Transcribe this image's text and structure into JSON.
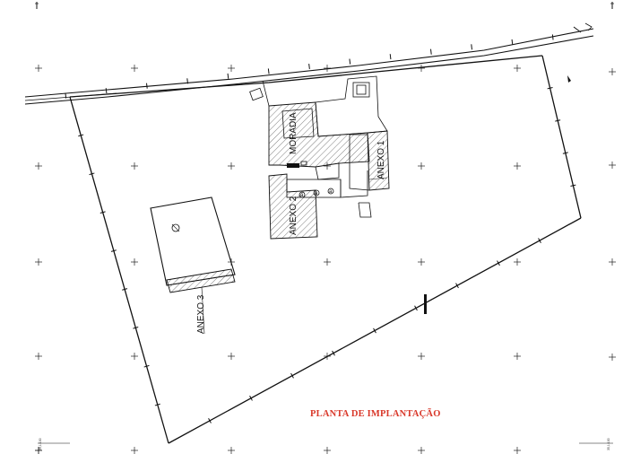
{
  "drawing": {
    "title": "PLANTA DE IMPLANTAÇÃO",
    "title_color": "#d9382a",
    "line_color": "#111111",
    "background": "#ffffff"
  },
  "buildings": {
    "main": "MORADIA",
    "annex1": "ANEXO 1",
    "annex2": "ANEXO 2",
    "annex3": "ANEXO 3"
  },
  "stair_marks": {
    "a": "a",
    "b": "a",
    "c": "a"
  }
}
